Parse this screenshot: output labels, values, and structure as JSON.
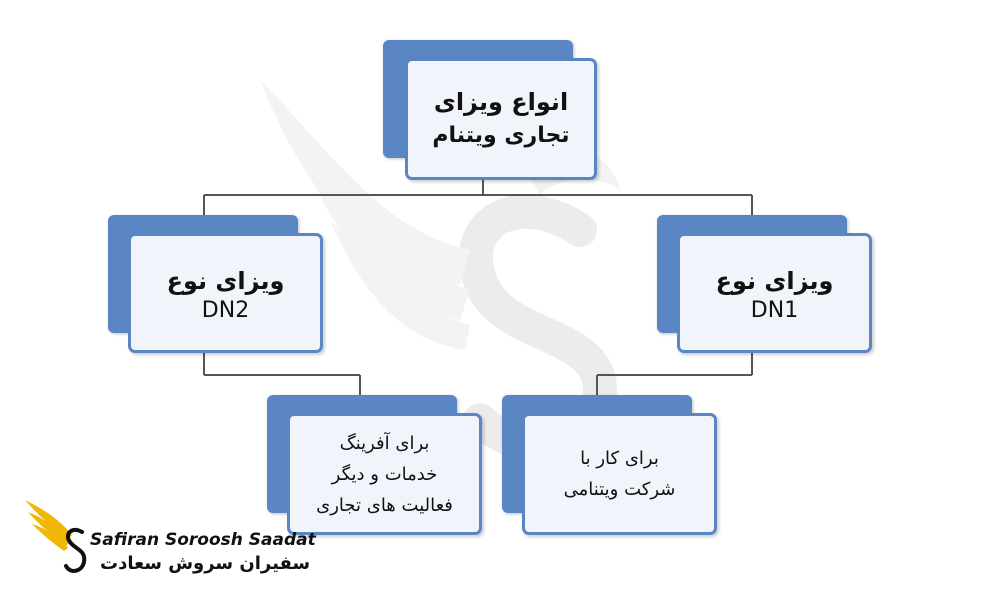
{
  "diagram": {
    "root": {
      "line1": "انواع ویزای",
      "line2": "تجاری ویتنام"
    },
    "dn2": {
      "line1": "ویزای نوع",
      "line2": "DN2"
    },
    "dn1": {
      "line1": "ویزای نوع",
      "line2": "DN1"
    },
    "dn2_desc": {
      "line1": "برای آفرینگ",
      "line2": "خدمات و دیگر",
      "line3": "فعالیت های تجاری"
    },
    "dn1_desc": {
      "line1": "برای کار با",
      "line2": "شرکت ویتنامی"
    }
  },
  "logo": {
    "text_en": "Safiran Soroosh Saadat",
    "text_fa": "سفیران سروش سعادت"
  },
  "colors": {
    "accent": "#5a86c3",
    "box_fill": "#f1f4fa",
    "logo_gold": "#f2b705",
    "line": "#555555"
  }
}
